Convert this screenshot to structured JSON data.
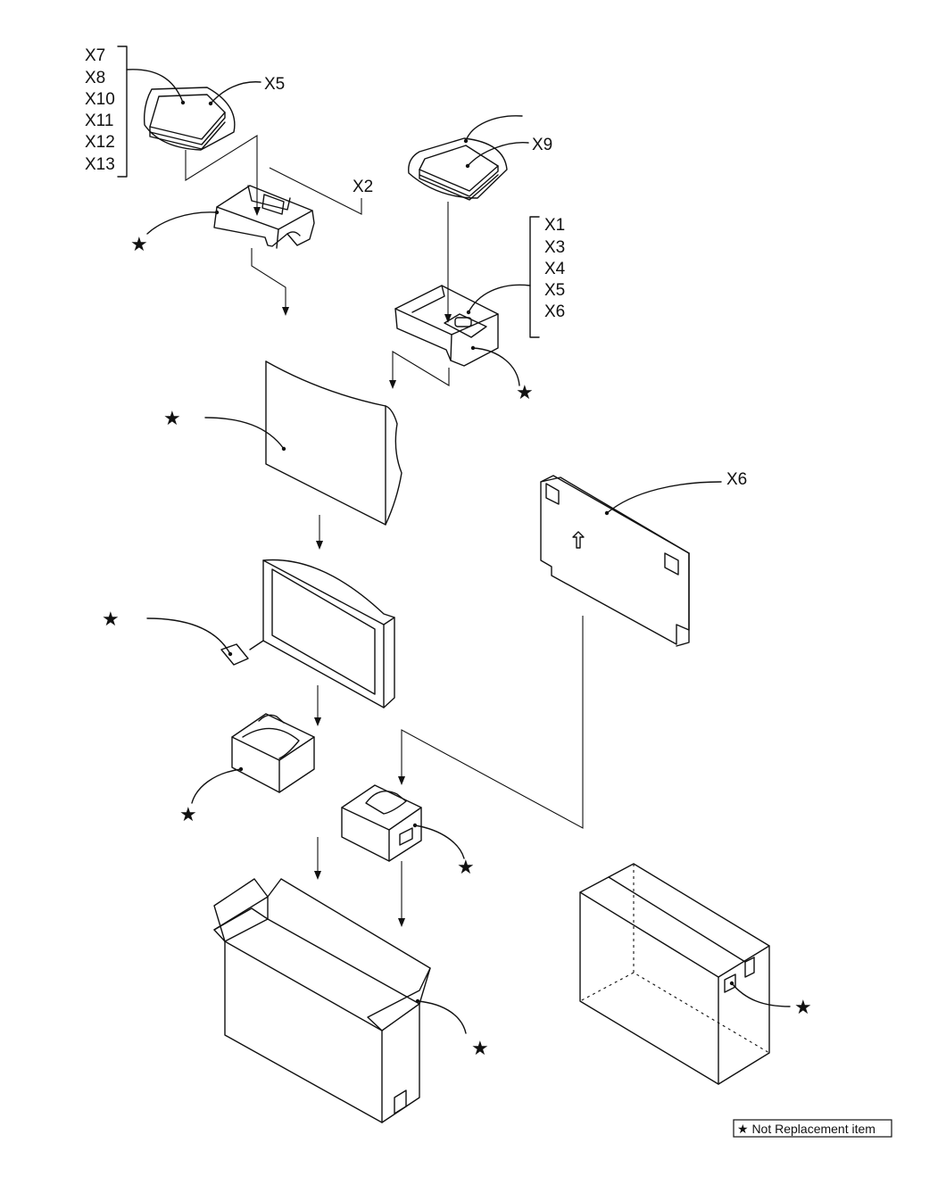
{
  "labels": {
    "x7": "X7",
    "x8": "X8",
    "x10": "X10",
    "x11": "X11",
    "x12": "X12",
    "x13": "X13",
    "x5_top": "X5",
    "x2": "X2",
    "x9": "X9",
    "x1": "X1",
    "x3": "X3",
    "x4": "X4",
    "x5_right": "X5",
    "x6_right": "X6",
    "x6_panel": "X6"
  },
  "star_symbol": "★",
  "legend": {
    "text": "★ Not Replacement item"
  }
}
